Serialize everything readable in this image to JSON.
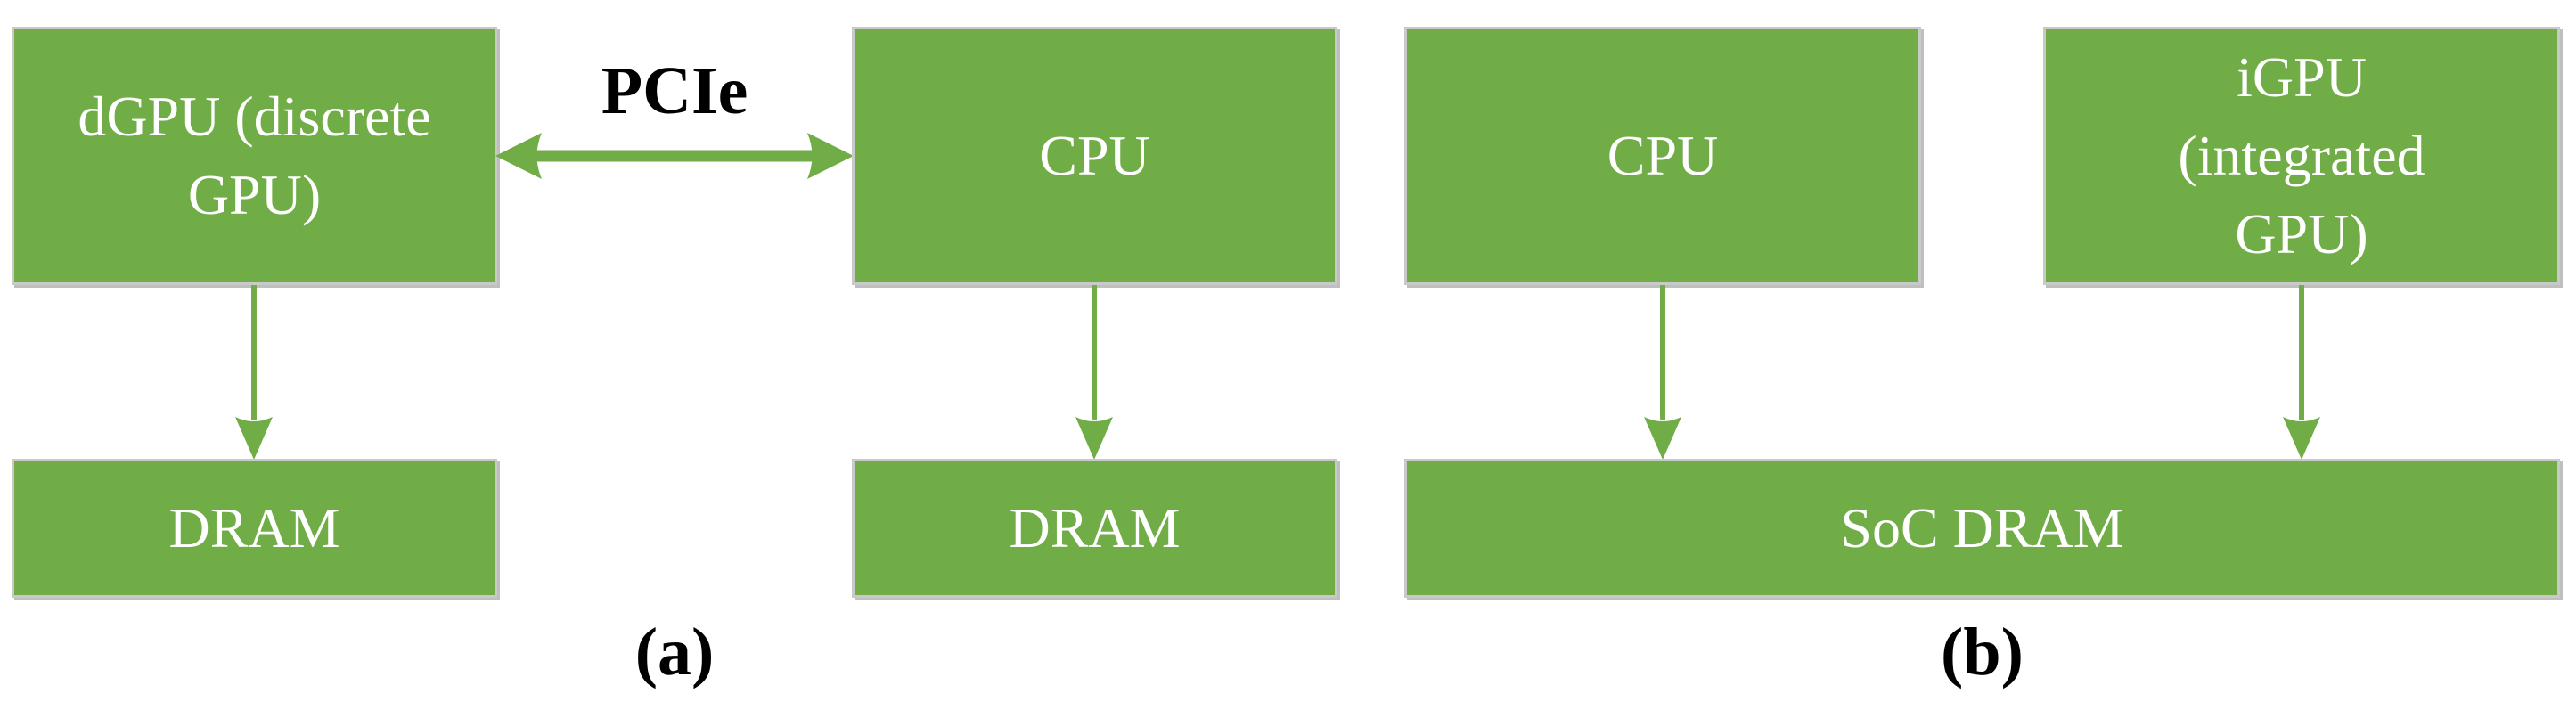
{
  "figure": {
    "type": "architecture-diagram",
    "description_visible_text_only": true
  },
  "colors": {
    "box_fill": "#70AD47",
    "box_border": "#C9C9C9",
    "box_shadow": "#BFBFBF",
    "arrow": "#70AD47",
    "box_text": "#FFFFFF",
    "label_text": "#000000",
    "background": "#FFFFFF"
  },
  "panel_a": {
    "caption": "(a)",
    "dgpu_box": {
      "full_label": "dGPU (discrete GPU)",
      "lines": [
        "dGPU (discrete",
        "GPU)"
      ]
    },
    "cpu_box": {
      "label": "CPU"
    },
    "dram_left_box": {
      "label": "DRAM"
    },
    "dram_right_box": {
      "label": "DRAM"
    },
    "pcie_label": "PCIe",
    "connections": [
      "dGPU <-> CPU via PCIe (bidirectional arrow)",
      "dGPU -> DRAM (down arrow)",
      "CPU -> DRAM (down arrow)"
    ]
  },
  "panel_b": {
    "caption": "(b)",
    "cpu_box": {
      "label": "CPU"
    },
    "igpu_box": {
      "full_label": "iGPU (integrated GPU)",
      "lines": [
        "iGPU",
        "(integrated",
        "GPU)"
      ]
    },
    "soc_dram_box": {
      "label": "SoC DRAM"
    },
    "connections": [
      "CPU -> SoC DRAM (down arrow)",
      "iGPU -> SoC DRAM (down arrow)"
    ]
  }
}
